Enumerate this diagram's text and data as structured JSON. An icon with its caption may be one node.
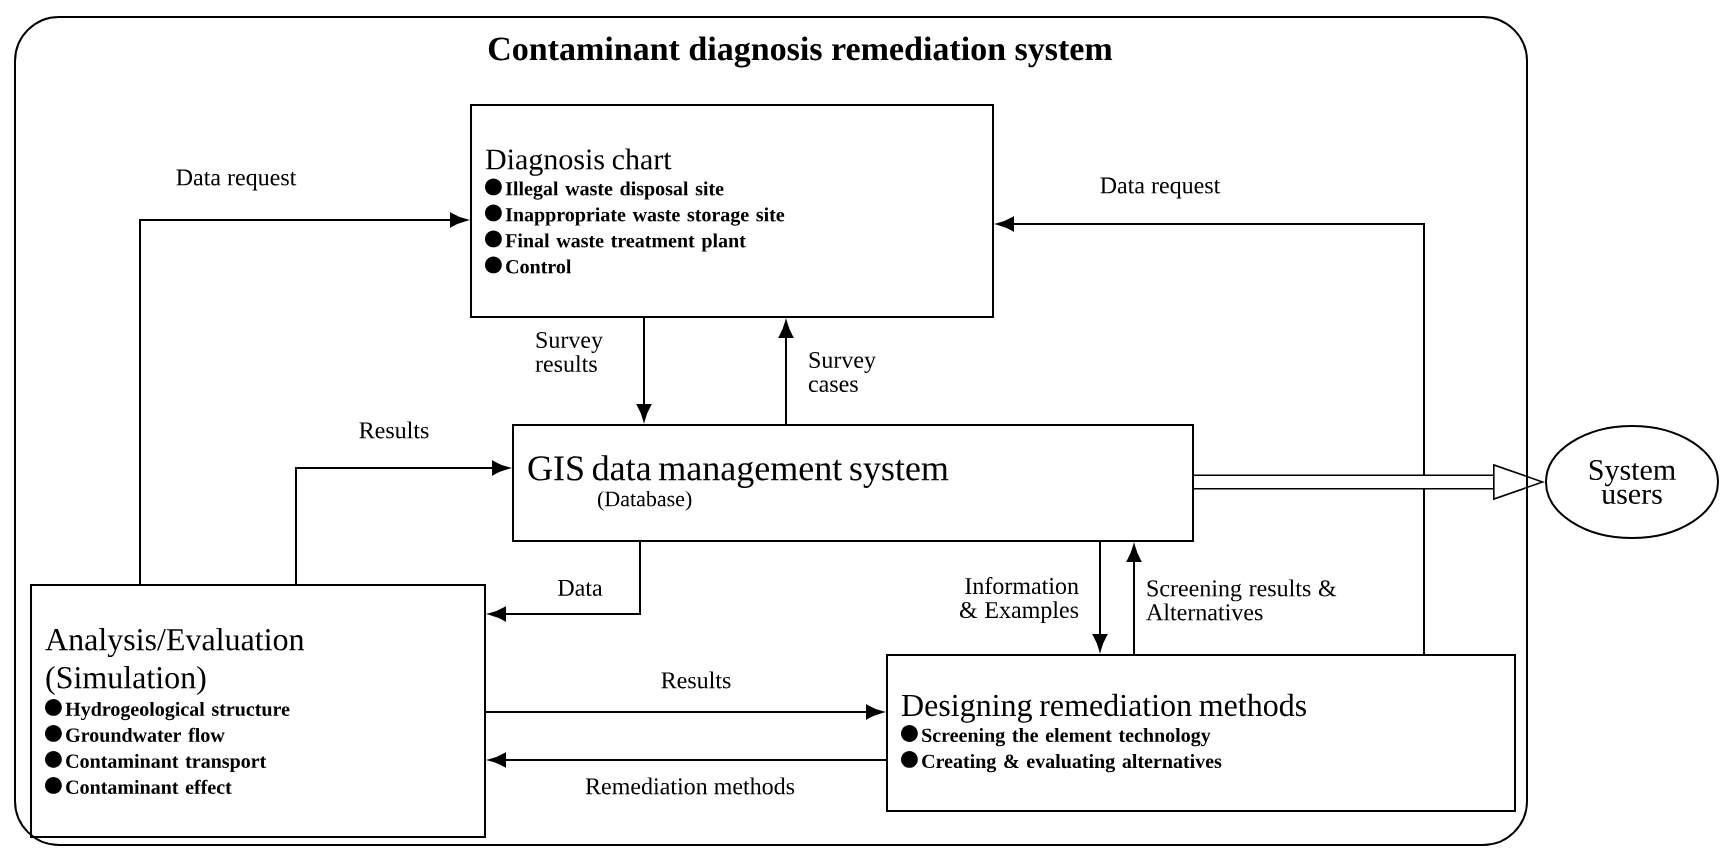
{
  "diagram": {
    "nodes": [
      {
        "text": [
          "Contaminant diagnosis remediation system"
        ]
      },
      {
        "text": [
          "Diagnosis chart",
          "Illegal waste disposal site",
          "Inappropriate waste storage site",
          "Final waste treatment plant",
          "Control"
        ],
        "in": 0
      },
      {
        "text": [
          "GIS data management system",
          "(Database)"
        ],
        "in": 0
      },
      {
        "text": [
          "Analysis/Evaluation (Simulation)",
          "Hydrogeological structure",
          "Groundwater flow",
          "Contaminant transport",
          "Contaminant effect"
        ],
        "in": 0
      },
      {
        "text": [
          "Designing remediation methods",
          "Screening the element technology",
          "Creating & evaluating alternatives"
        ],
        "in": 0
      },
      {
        "text": [
          "System users"
        ]
      }
    ],
    "edges": [
      {
        "from": 3,
        "to": 1,
        "arrow": "to",
        "label": "Data request"
      },
      {
        "from": 4,
        "to": 1,
        "arrow": "to",
        "label": "Data request"
      },
      {
        "from": 1,
        "to": 2,
        "arrow": "to",
        "label": "Survey results"
      },
      {
        "from": 2,
        "to": 1,
        "arrow": "to",
        "label": "Survey cases"
      },
      {
        "from": 3,
        "to": 2,
        "arrow": "to",
        "label": "Results"
      },
      {
        "from": 2,
        "to": 3,
        "arrow": "to",
        "label": "Data"
      },
      {
        "from": 2,
        "to": 4,
        "arrow": "to",
        "label": "Information & Examples"
      },
      {
        "from": 4,
        "to": 2,
        "arrow": "to",
        "label": "Screening results & Alternatives"
      },
      {
        "from": 3,
        "to": 4,
        "arrow": "to",
        "label": "Results"
      },
      {
        "from": 4,
        "to": 3,
        "arrow": "to",
        "label": "Remediation methods"
      },
      {
        "from": 2,
        "to": 5,
        "arrow": "to",
        "style": "thick"
      }
    ]
  }
}
